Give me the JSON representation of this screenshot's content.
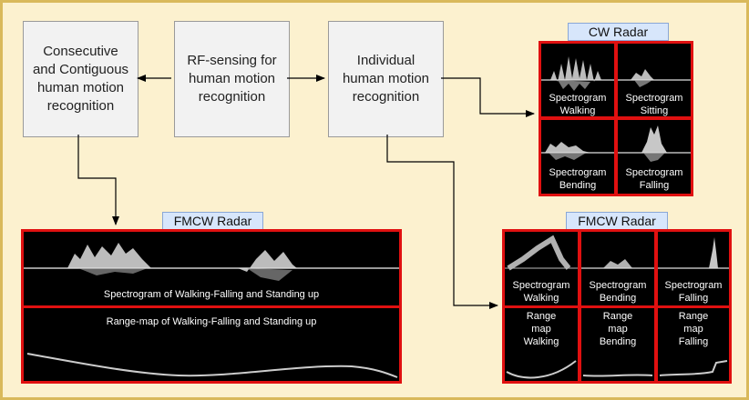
{
  "boxes": {
    "consecutive": "Consecutive\nand Contiguous\nhuman motion\nrecognition",
    "rf_sensing": "RF-sensing for\nhuman motion\nrecognition",
    "individual": "Individual\nhuman motion\nrecognition"
  },
  "cw_radar": {
    "title": "CW Radar",
    "cells": [
      "Spectrogram\nWalking",
      "Spectrogram\nSitting",
      "Spectrogram\nBending",
      "Spectrogram\nFalling"
    ]
  },
  "fmcw_left": {
    "title": "FMCW Radar",
    "spectrogram_label": "Spectrogram of Walking-Falling and Standing up",
    "rangemap_label": "Range-map of Walking-Falling and Standing up"
  },
  "fmcw_right": {
    "title": "FMCW Radar",
    "spectrograms": [
      "Spectrogram\nWalking",
      "Spectrogram\nBending",
      "Spectrogram\nFalling"
    ],
    "range_maps": [
      "Range\nmap\nWalking",
      "Range\nmap\nBending",
      "Range\nmap\nFalling"
    ]
  },
  "colors": {
    "background": "#fcf1cf",
    "frame": "#d9b95b",
    "panel_border": "#e01010",
    "tag_fill": "#d7e6fb",
    "box_fill": "#f2f2f2"
  }
}
